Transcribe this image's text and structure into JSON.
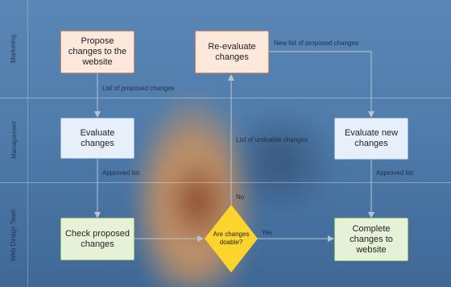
{
  "lanes": [
    {
      "name": "Marketing"
    },
    {
      "name": "Management"
    },
    {
      "name": "Web Design Team"
    }
  ],
  "nodes": {
    "propose": "Propose changes to the website",
    "reevaluate": "Re-evaluate changes",
    "evaluate": "Evaluate changes",
    "evaluate_new": "Evaluate new changes",
    "check": "Check proposed changes",
    "decision": "Are changes doable?",
    "complete": "Complete changes to website"
  },
  "edge_labels": {
    "new_list": "New list of proposed changes",
    "list": "List of proposed changes",
    "undoable": "List of undoable changes",
    "approved_left": "Approved list",
    "approved_right": "Approved list",
    "no": "No",
    "yes": "Yes"
  },
  "colors": {
    "marketing_fill": "#fde8dc",
    "management_fill": "#e7f0fa",
    "web_fill": "#e6f2d8",
    "decision_fill": "#fcd42e",
    "connector": "#b8c4d2"
  }
}
